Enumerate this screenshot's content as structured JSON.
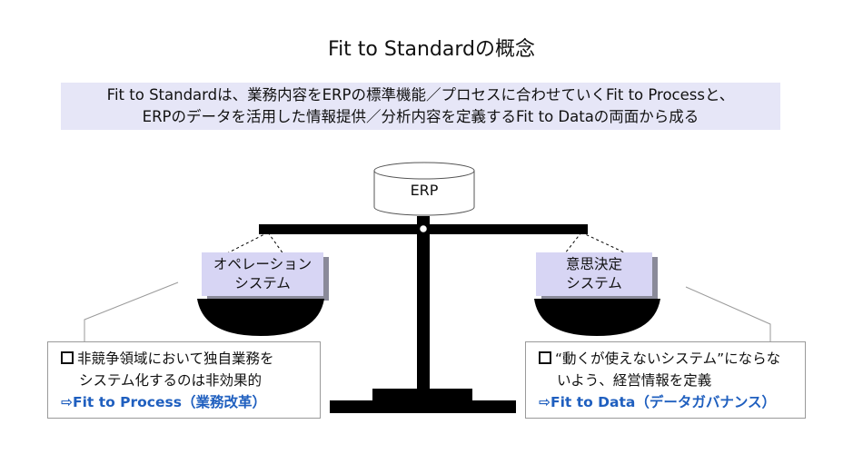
{
  "title": "Fit to Standardの概念",
  "summary": {
    "line1": "Fit to Standardは、業務内容をERPの標準機能／プロセスに合わせていくFit to Processと、",
    "line2": "ERPのデータを活用した情報提供／分析内容を定義するFit to Dataの両面から成る"
  },
  "erp_label": "ERP",
  "left_pan": {
    "line1": "オペレーション",
    "line2": "システム"
  },
  "right_pan": {
    "line1": "意思決定",
    "line2": "システム"
  },
  "left_note": {
    "line1": "非競争領域において独自業務を",
    "line2": "システム化するのは非効果的",
    "accent": "⇨Fit to Process（業務改革）"
  },
  "right_note": {
    "line1": "“動くが使えないシステム”にならな",
    "line2": "いよう、経営情報を定義",
    "accent": "⇨Fit to Data（データガバナンス）"
  },
  "colors": {
    "summary_bg": "#e6e6f7",
    "label_bg": "#d7d5f4",
    "accent": "#1f5fbf",
    "scale": "#000000"
  }
}
